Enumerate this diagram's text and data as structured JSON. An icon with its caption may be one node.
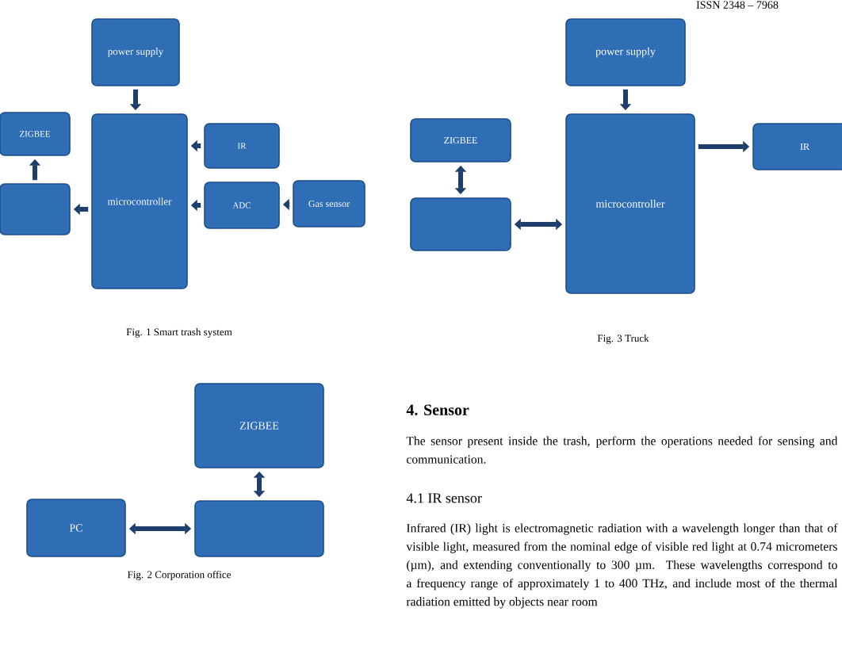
{
  "diagram": {
    "nodes": [
      {
        "text": [
          "power supply"
        ]
      },
      {
        "text": [
          "ZIGBEE"
        ]
      },
      {
        "text": [],
        "shape": "box"
      },
      {
        "text": [
          "microcontroller"
        ]
      },
      {
        "text": [
          "IR"
        ]
      },
      {
        "text": [
          "ADC"
        ]
      },
      {
        "text": [
          "Gas sensor"
        ]
      },
      {
        "text": [
          "power supply"
        ]
      },
      {
        "text": [
          "ZIGBEE"
        ]
      },
      {
        "text": [],
        "shape": "box"
      },
      {
        "text": [
          "microcontroller"
        ]
      },
      {
        "text": [
          "IR"
        ]
      },
      {
        "text": [
          "ZIGBEE"
        ]
      },
      {
        "text": [
          "PC"
        ]
      },
      {
        "text": [],
        "shape": "box"
      }
    ],
    "edges": [
      {
        "from": 0,
        "to": 3,
        "arrow": "to"
      },
      {
        "from": 2,
        "to": 1,
        "arrow": "to"
      },
      {
        "from": 3,
        "to": 2,
        "arrow": "to"
      },
      {
        "from": 4,
        "to": 3,
        "arrow": "to"
      },
      {
        "from": 5,
        "to": 3,
        "arrow": "to"
      },
      {
        "from": 6,
        "to": 5,
        "arrow": "to"
      },
      {
        "from": 7,
        "to": 10,
        "arrow": "to"
      },
      {
        "from": 8,
        "to": 9,
        "arrow": "both"
      },
      {
        "from": 9,
        "to": 10,
        "arrow": "both"
      },
      {
        "from": 10,
        "to": 11,
        "arrow": "to"
      },
      {
        "from": 12,
        "to": 14,
        "arrow": "both"
      },
      {
        "from": 13,
        "to": 14,
        "arrow": "both"
      }
    ],
    "labels": [
      "ISSN 2348 – 7968",
      "Fig. 1  Smart trash system",
      "Fig. 3 Truck",
      "Fig. 2 Corporation office",
      "4. Sensor",
      "The sensor present inside the trash, perform the operations needed for sensing and communication.",
      "4.1 IR sensor",
      "Infrared (IR) light is electromagnetic radiation with a wavelength longer than that of visible light, measured from the nominal edge of visible red light at 0.74 micrometers (µm), and extending conventionally to 300 µm. These wavelengths correspond to a frequency range of approximately 1 to 400 THz, and include most of the thermal radiation emitted by objects near room"
    ]
  }
}
